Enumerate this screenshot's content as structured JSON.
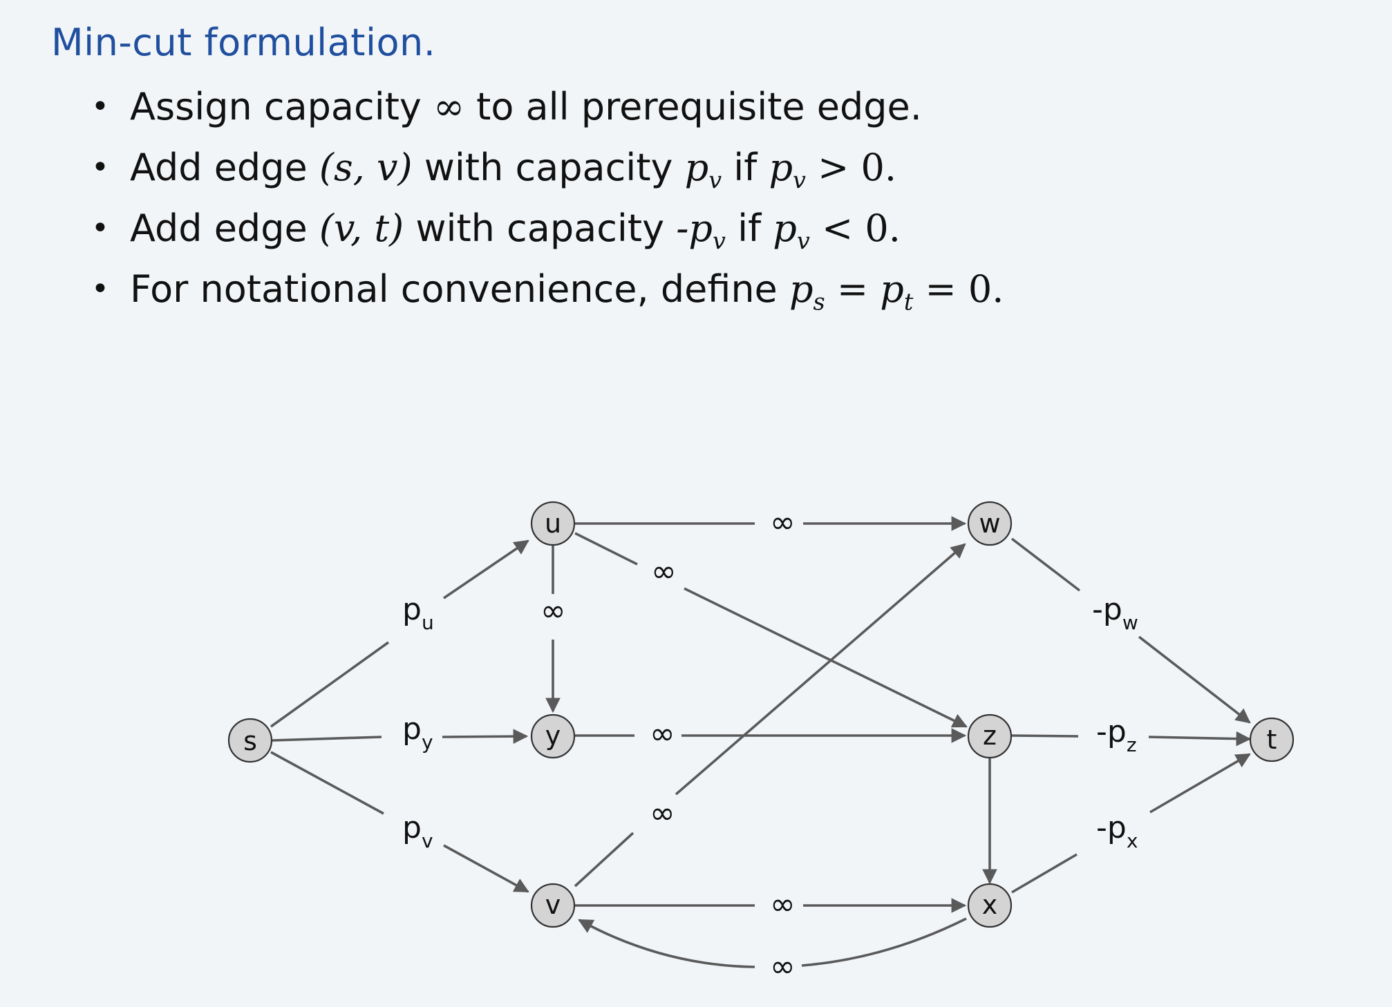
{
  "heading": "Min-cut formulation.",
  "bullets": [
    {
      "pre": "Assign capacity ",
      "sym": "∞",
      "post": " to all prerequisite edge."
    },
    {
      "pre": "Add edge ",
      "pair": "(s, v)",
      "mid": " with capacity ",
      "cap": "p",
      "cap_sub": "v",
      "cond": " if ",
      "cond_var": "p",
      "cond_sub": "v",
      "cond_op": " > 0."
    },
    {
      "pre": "Add edge ",
      "pair": "(v, t)",
      "mid": " with capacity ",
      "cap": "-p",
      "cap_sub": "v",
      "cond": " if ",
      "cond_var": "p",
      "cond_sub": "v",
      "cond_op": " < 0."
    },
    {
      "pre": "For notational convenience, define ",
      "ps": "p",
      "ps_sub": "s",
      "eq": " = ",
      "pt": "p",
      "pt_sub": "t",
      "tail": " = 0."
    }
  ],
  "graph": {
    "nodes": [
      "s",
      "u",
      "y",
      "v",
      "w",
      "z",
      "x",
      "t"
    ],
    "edges": [
      {
        "from": "s",
        "to": "u",
        "label": "p",
        "sub": "u"
      },
      {
        "from": "s",
        "to": "y",
        "label": "p",
        "sub": "y"
      },
      {
        "from": "s",
        "to": "v",
        "label": "p",
        "sub": "v"
      },
      {
        "from": "u",
        "to": "w",
        "label": "∞"
      },
      {
        "from": "u",
        "to": "y",
        "label": "∞"
      },
      {
        "from": "u",
        "to": "z",
        "label": "∞"
      },
      {
        "from": "y",
        "to": "z",
        "label": "∞"
      },
      {
        "from": "v",
        "to": "w",
        "label": "∞"
      },
      {
        "from": "v",
        "to": "x",
        "label": "∞"
      },
      {
        "from": "x",
        "to": "v",
        "label": "∞"
      },
      {
        "from": "z",
        "to": "x",
        "label": ""
      },
      {
        "from": "w",
        "to": "t",
        "label": "-p",
        "sub": "w"
      },
      {
        "from": "z",
        "to": "t",
        "label": "-p",
        "sub": "z"
      },
      {
        "from": "x",
        "to": "t",
        "label": "-p",
        "sub": "x"
      }
    ]
  }
}
